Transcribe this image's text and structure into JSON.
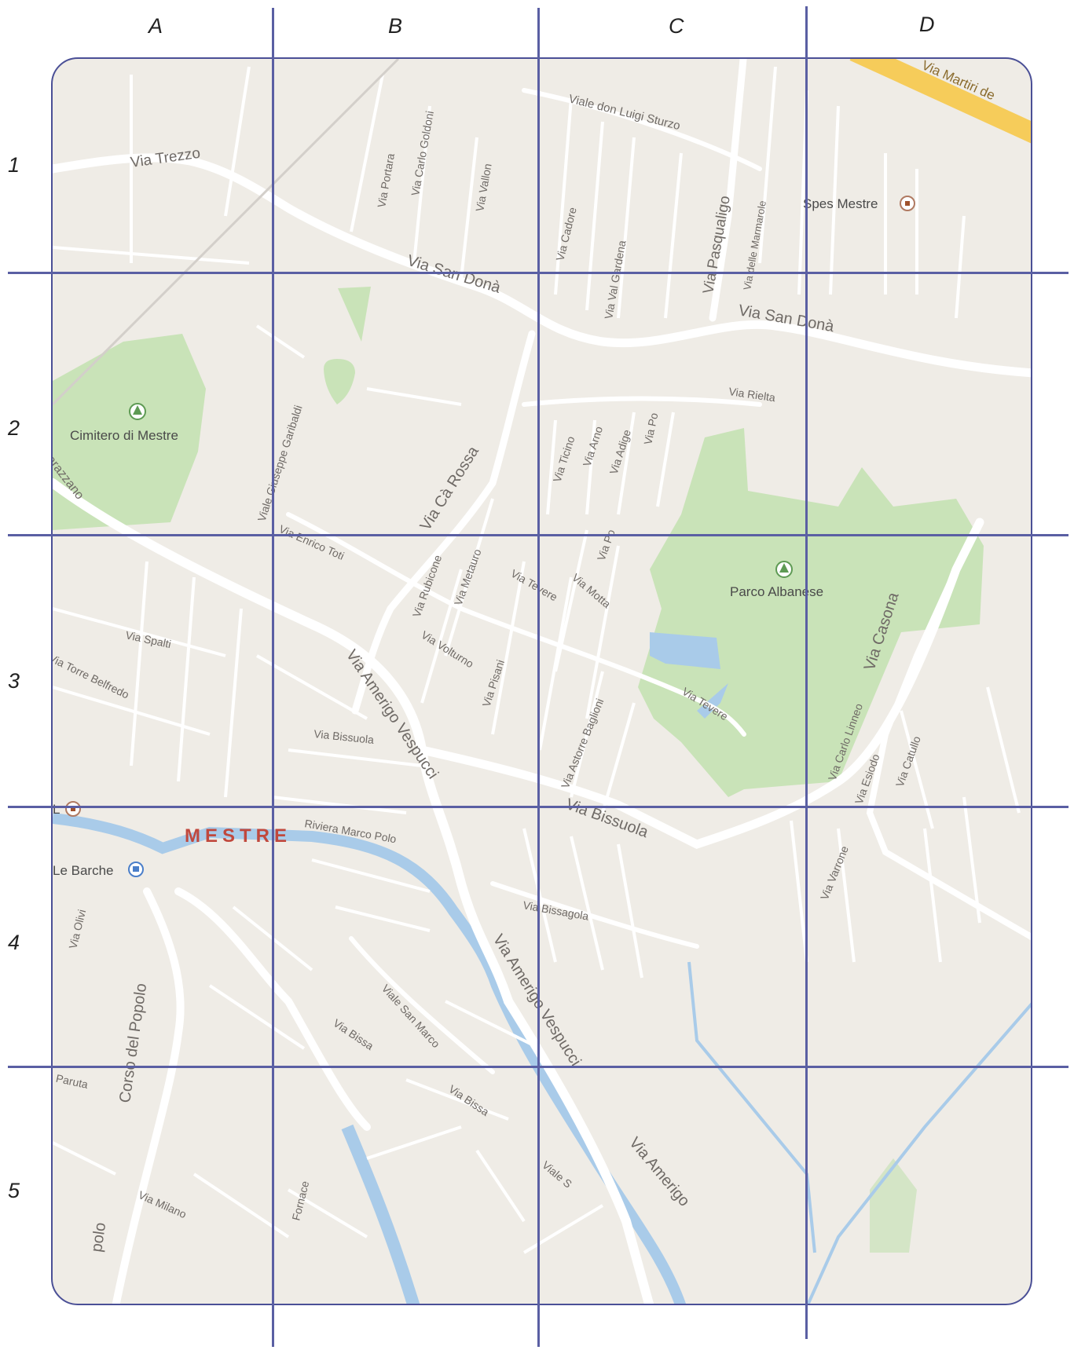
{
  "grid": {
    "columns": [
      "A",
      "B",
      "C",
      "D"
    ],
    "rows": [
      "1",
      "2",
      "3",
      "4",
      "5"
    ]
  },
  "map": {
    "colors": {
      "background": "#efece6",
      "road": "#ffffff",
      "park": "#c9e3b8",
      "water": "#a9cbe9",
      "highway": "#f6cc5a",
      "grid_line": "#5a5fa3",
      "city_label": "#c0483d"
    },
    "city": "MESTRE",
    "places": {
      "cemetery": "Cimitero di Mestre",
      "park": "Parco Albanese",
      "spes": "Spes Mestre",
      "barche": "Le Barche",
      "l_marker": "L"
    },
    "icons": {
      "cemetery": "tree-icon",
      "park": "tree-icon",
      "spes": "poi-square-icon",
      "barche": "transit-icon",
      "l_marker": "poi-square-icon"
    },
    "roads": {
      "martiri": "Via Martiri de",
      "trezzo": "Via Trezzo",
      "portara": "Via Portara",
      "goldoni": "Via Carlo Goldoni",
      "vallon": "Via Vallon",
      "sturzo": "Viale don Luigi Sturzo",
      "cadore": "Via Cadore",
      "val_gardena": "Via Val Gardena",
      "pasqualigo": "Via Pasqualigo",
      "marmarole": "Via delle Marmarole",
      "san_dona_1": "Via San Donà",
      "san_dona_2": "Via San Donà",
      "rielta": "Via Rielta",
      "garibaldi": "Viale Giuseppe Garibaldi",
      "ca_rossa": "Via Cà Rossa",
      "ticino": "Via Ticino",
      "arno": "Via Arno",
      "adige": "Via Adige",
      "po_1": "Via Po",
      "po_2": "Via Po",
      "arazzano": "arazzano",
      "toti": "Via Enrico Toti",
      "rubicone": "Via Rubicone",
      "metauro": "Via Metauro",
      "tevere_1": "Via Tevere",
      "motta": "Via Motta",
      "spalti": "Via Spalti",
      "torre_belfredo": "Via Torre Belfredo",
      "vespucci_1": "Via Amerigo Vespucci",
      "volturno": "Via Volturno",
      "pisani": "Via Pisani",
      "baglioni": "Via Astorre Baglioni",
      "tevere_2": "Via Tevere",
      "casona": "Via Casona",
      "linneo": "Via Carlo Linneo",
      "esiodo": "Via Esiodo",
      "catullo": "Via Catullo",
      "bissuola_1": "Via Bissuola",
      "bissuola_2": "Via Bissuola",
      "riviera": "Riviera Marco Polo",
      "varrone": "Via Varrone",
      "olivi": "Via Olivi",
      "bissagola": "Via Bissagola",
      "vespucci_2": "Via Amerigo Vespucci",
      "san_marco": "Viale San Marco",
      "bissa_1": "Via Bissa",
      "bissa_2": "Via Bissa",
      "corso_popolo": "Corso del Popolo",
      "paruta": "a Paruta",
      "amerigo_3": "Via Amerigo",
      "milano": "Via Milano",
      "fornace": "Fornace",
      "popolo_bottom": "polo",
      "viale_s": "Viale S"
    }
  }
}
